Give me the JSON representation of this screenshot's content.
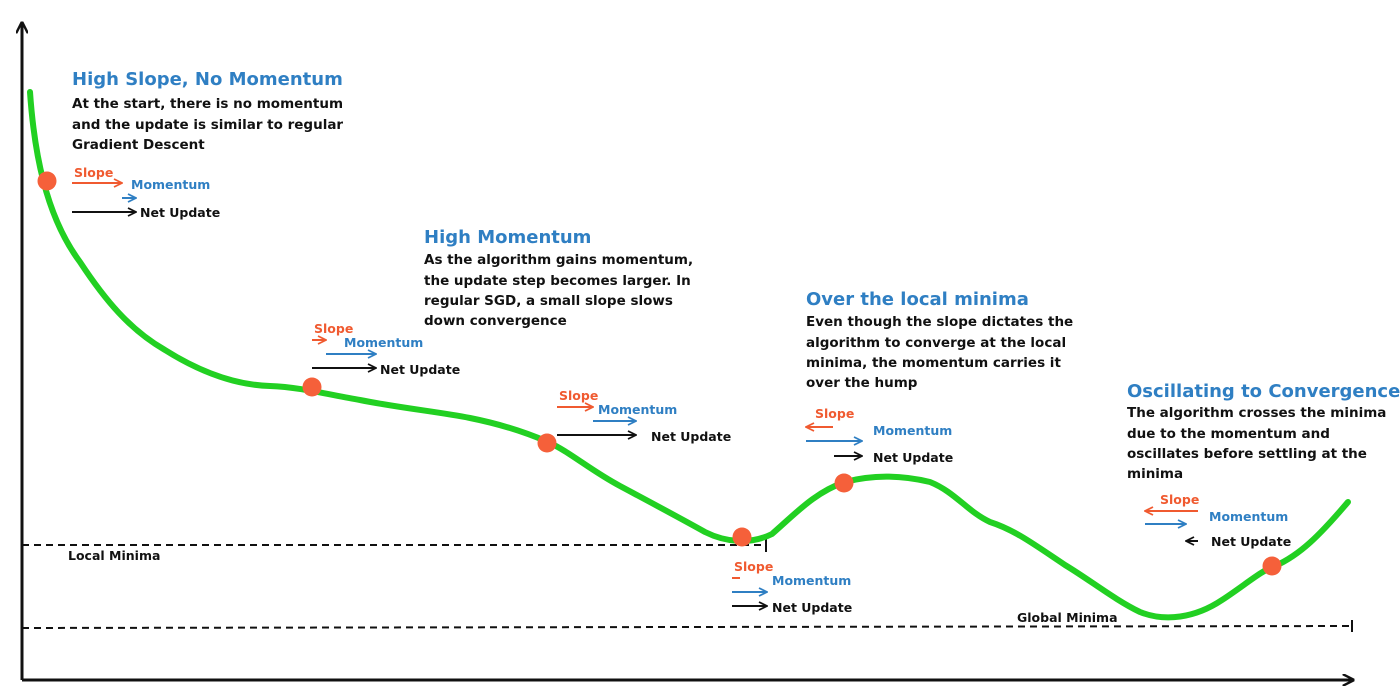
{
  "colors": {
    "curve": "#22d022",
    "point": "#f5603a",
    "slope": "#f05a30",
    "momentum": "#2f7fc3",
    "net": "#111111",
    "axis": "#111111"
  },
  "reference_lines": {
    "local": "Local Minima",
    "global": "Global Minima"
  },
  "stages": [
    {
      "title": "High Slope, No Momentum",
      "desc": [
        "At the start, there is no momentum",
        "and the update is similar to regular",
        "Gradient Descent"
      ],
      "vectors": {
        "slope": "Slope",
        "momentum": "Momentum",
        "net": "Net Update"
      }
    },
    {
      "title": "",
      "desc": [],
      "vectors": {
        "slope": "Slope",
        "momentum": "Momentum",
        "net": "Net Update"
      }
    },
    {
      "title": "High Momentum",
      "desc": [
        "As the algorithm gains momentum,",
        "the update step becomes larger. In",
        "regular SGD, a small slope slows",
        "down convergence"
      ],
      "vectors": {
        "slope": "Slope",
        "momentum": "Momentum",
        "net": "Net Update"
      }
    },
    {
      "title": "",
      "desc": [],
      "vectors": {
        "slope": "Slope",
        "momentum": "Momentum",
        "net": "Net Update"
      }
    },
    {
      "title": "Over the local minima",
      "desc": [
        "Even though the slope dictates the",
        "algorithm to converge at the local",
        "minima, the momentum carries it",
        "over the hump"
      ],
      "vectors": {
        "slope": "Slope",
        "momentum": "Momentum",
        "net": "Net Update"
      }
    },
    {
      "title": "Oscillating to Convergence",
      "desc": [
        "The algorithm crosses the minima",
        "due to the momentum and",
        "oscillates before settling at the",
        "minima"
      ],
      "vectors": {
        "slope": "Slope",
        "momentum": "Momentum",
        "net": "Net Update"
      }
    }
  ]
}
